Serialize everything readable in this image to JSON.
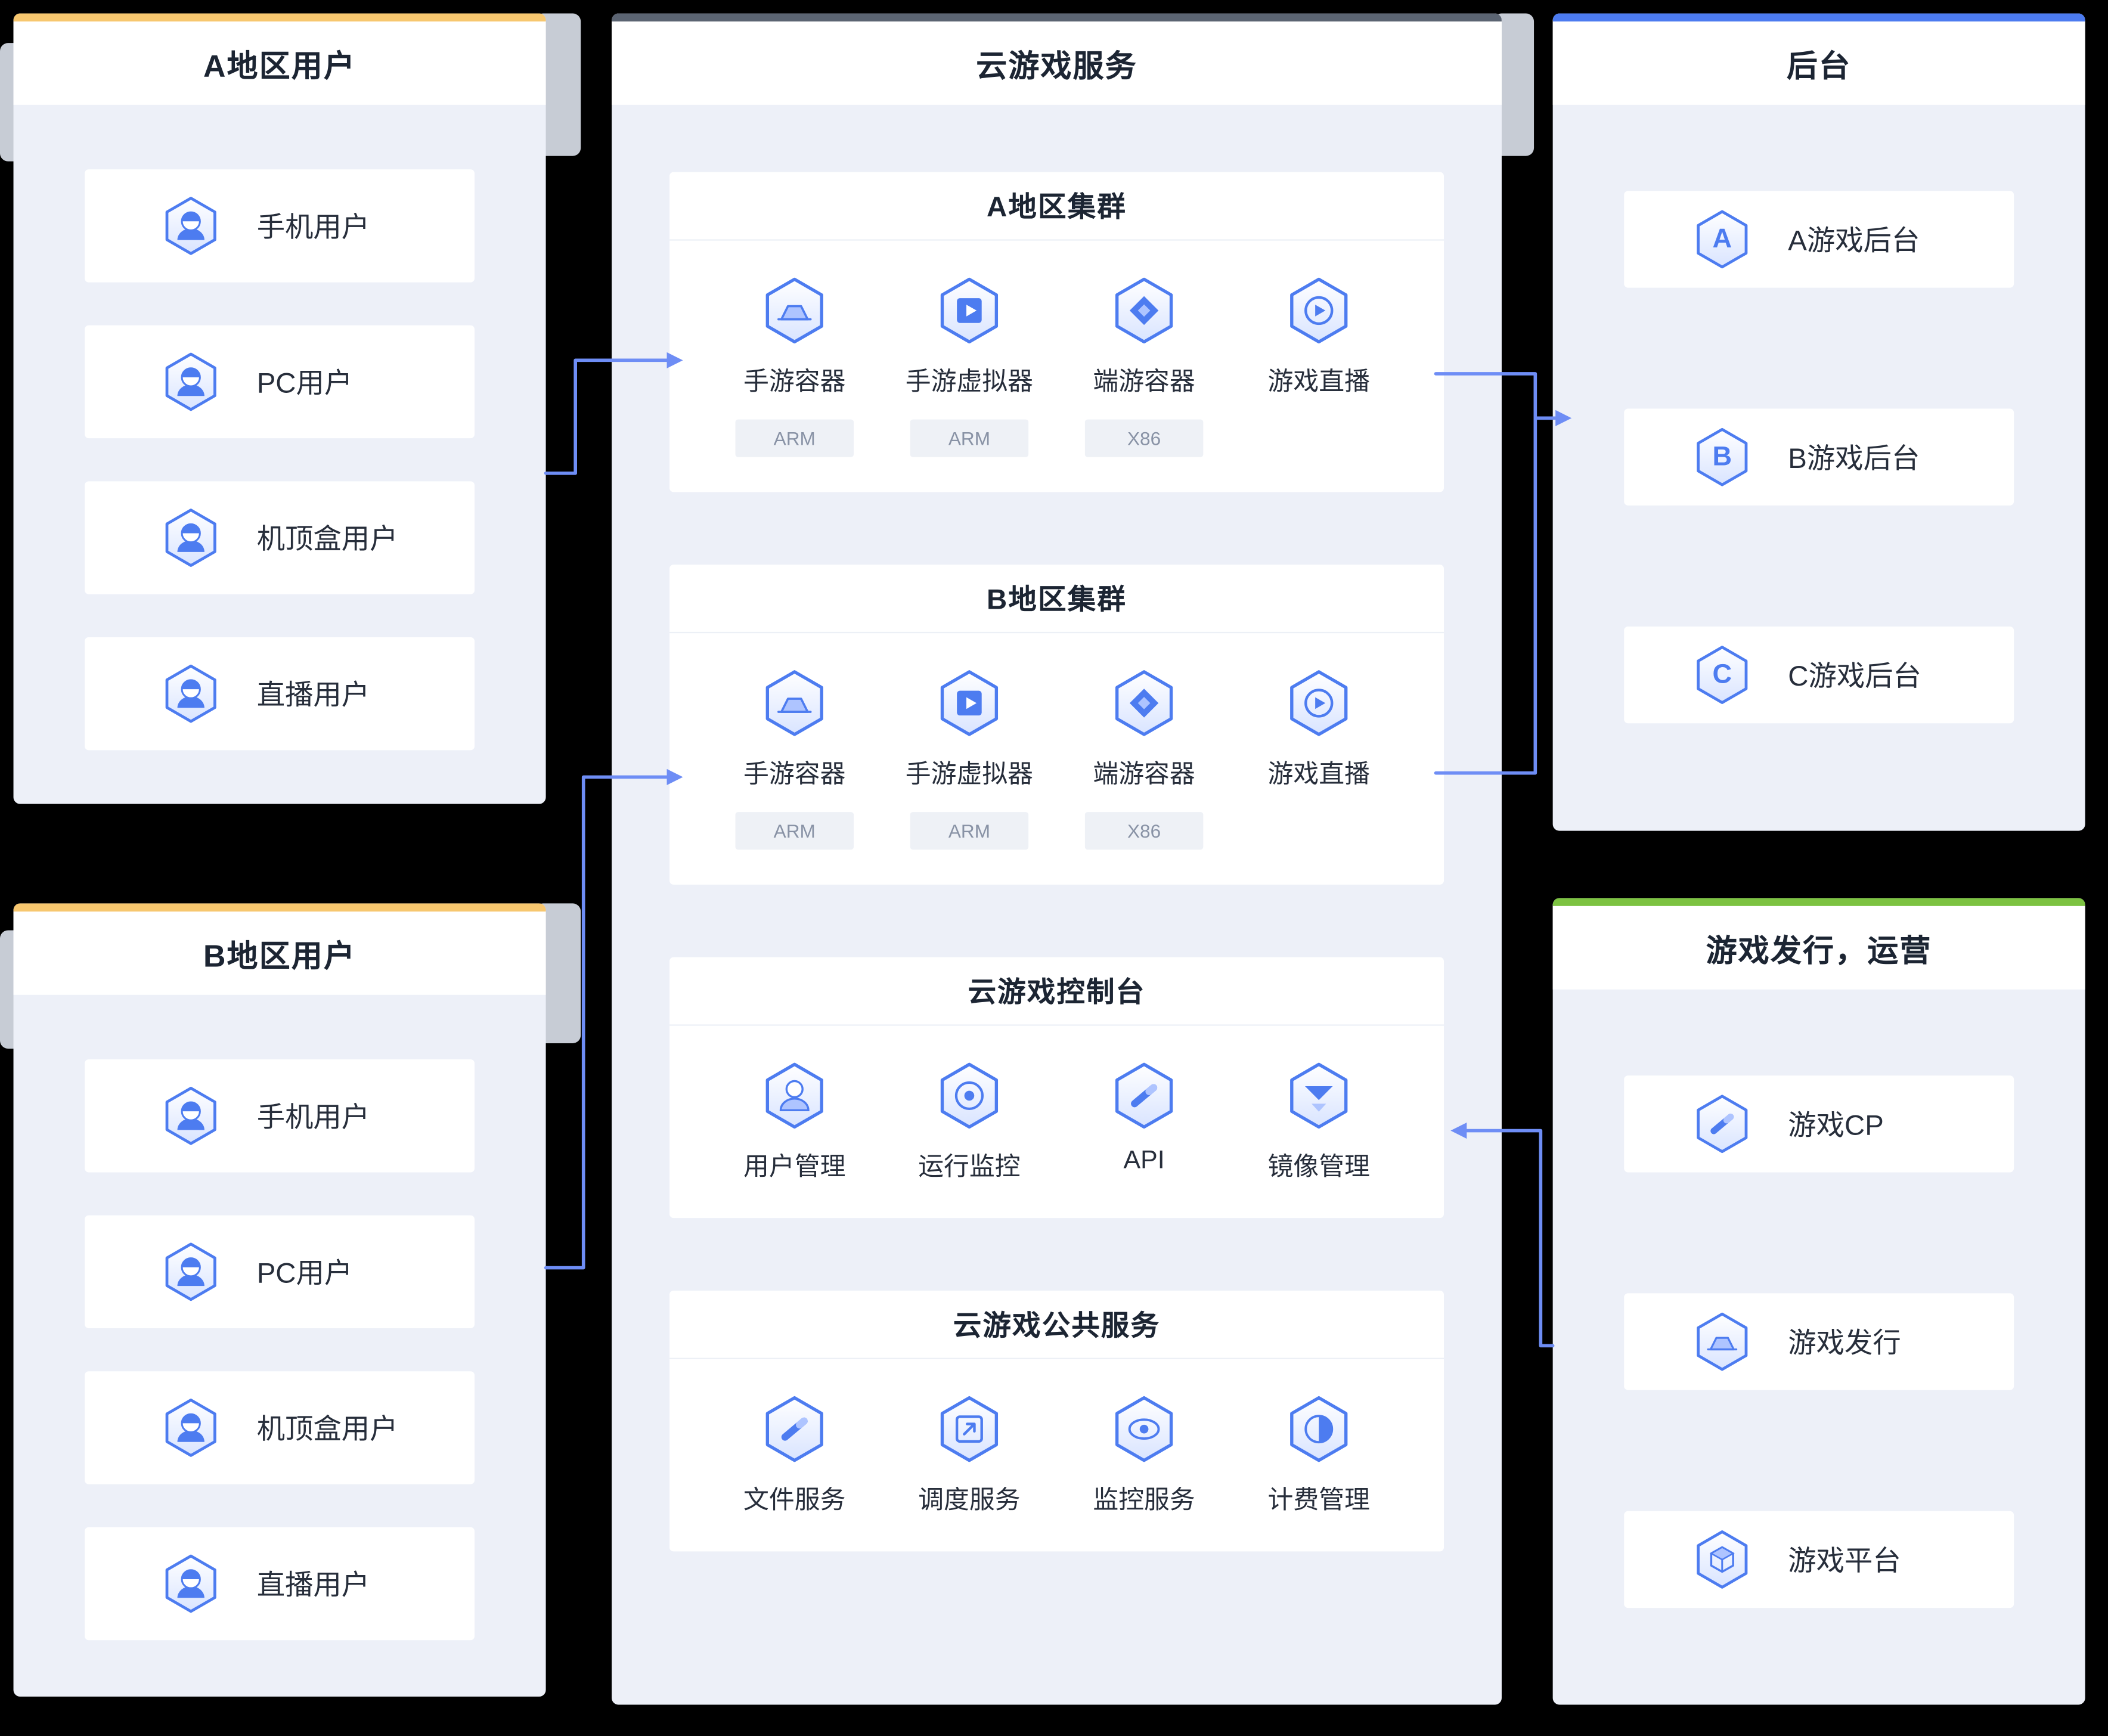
{
  "panels": {
    "region_a_users": {
      "title": "A地区用户",
      "items": [
        {
          "label": "手机用户"
        },
        {
          "label": "PC用户"
        },
        {
          "label": "机顶盒用户"
        },
        {
          "label": "直播用户"
        }
      ]
    },
    "region_b_users": {
      "title": "B地区用户",
      "items": [
        {
          "label": "手机用户"
        },
        {
          "label": "PC用户"
        },
        {
          "label": "机顶盒用户"
        },
        {
          "label": "直播用户"
        }
      ]
    },
    "cloud_service": {
      "title": "云游戏服务",
      "sections": [
        {
          "title": "A地区集群",
          "items": [
            {
              "label": "手游容器",
              "tag": "ARM"
            },
            {
              "label": "手游虚拟器",
              "tag": "ARM"
            },
            {
              "label": "端游容器",
              "tag": "X86"
            },
            {
              "label": "游戏直播"
            }
          ]
        },
        {
          "title": "B地区集群",
          "items": [
            {
              "label": "手游容器",
              "tag": "ARM"
            },
            {
              "label": "手游虚拟器",
              "tag": "ARM"
            },
            {
              "label": "端游容器",
              "tag": "X86"
            },
            {
              "label": "游戏直播"
            }
          ]
        },
        {
          "title": "云游戏控制台",
          "items": [
            {
              "label": "用户管理"
            },
            {
              "label": "运行监控"
            },
            {
              "label": "API"
            },
            {
              "label": "镜像管理"
            }
          ]
        },
        {
          "title": "云游戏公共服务",
          "items": [
            {
              "label": "文件服务"
            },
            {
              "label": "调度服务"
            },
            {
              "label": "监控服务"
            },
            {
              "label": "计费管理"
            }
          ]
        }
      ]
    },
    "backend": {
      "title": "后台",
      "items": [
        {
          "letter": "A",
          "label": "A游戏后台"
        },
        {
          "letter": "B",
          "label": "B游戏后台"
        },
        {
          "letter": "C",
          "label": "C游戏后台"
        }
      ]
    },
    "publishing": {
      "title": "游戏发行，运营",
      "items": [
        {
          "label": "游戏CP"
        },
        {
          "label": "游戏发行"
        },
        {
          "label": "游戏平台"
        }
      ]
    }
  },
  "colors": {
    "users_accent": "#f7c76f",
    "cloud_accent": "#5b6472",
    "backend_accent": "#4c7bf0",
    "publishing_accent": "#7cc241",
    "arrow": "#6e8df5",
    "panel_bg": "#edf0f8",
    "icon_stroke": "#4d7cf0"
  }
}
